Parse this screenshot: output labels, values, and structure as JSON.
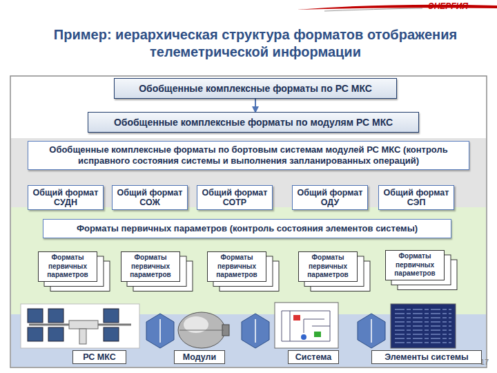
{
  "diagram": {
    "title": "Пример: иерархическая структура форматов отображения телеметрической информации",
    "nodes": [
      {
        "text": [
          "Обобщенные комплексные форматы по РС МКС"
        ]
      },
      {
        "text": [
          "Обобщенные комплексные форматы по модулям РС МКС"
        ]
      },
      {
        "text": [
          "Обобщенные комплексные форматы по бортовым системам модулей РС МКС (контроль исправного состояния системы и выполнения запланированных операций)"
        ]
      },
      {
        "text": [
          "Общий формат СУДН"
        ]
      },
      {
        "text": [
          "Общий формат СОЖ"
        ]
      },
      {
        "text": [
          "Общий формат СОТР"
        ]
      },
      {
        "text": [
          "Общий формат ОДУ"
        ]
      },
      {
        "text": [
          "Общий формат СЭП"
        ]
      },
      {
        "text": [
          "Форматы первичных параметров (контроль состояния элементов системы)"
        ]
      },
      {
        "text": [
          "Форматы первичных параметров"
        ]
      },
      {
        "text": [
          "Форматы первичных параметров"
        ]
      },
      {
        "text": [
          "Форматы первичных параметров"
        ]
      },
      {
        "text": [
          "Форматы первичных параметров"
        ]
      },
      {
        "text": [
          "Форматы первичных параметров"
        ]
      },
      {
        "text": [
          "РС МКС"
        ]
      },
      {
        "text": [
          "Модули"
        ]
      },
      {
        "text": [
          "Система"
        ]
      },
      {
        "text": [
          "Элементы системы"
        ]
      }
    ],
    "edges": [
      {
        "from": 0,
        "to": 1,
        "arrow": "to"
      }
    ],
    "labels": [
      "ЭНЕРГИЯ",
      "17"
    ]
  }
}
